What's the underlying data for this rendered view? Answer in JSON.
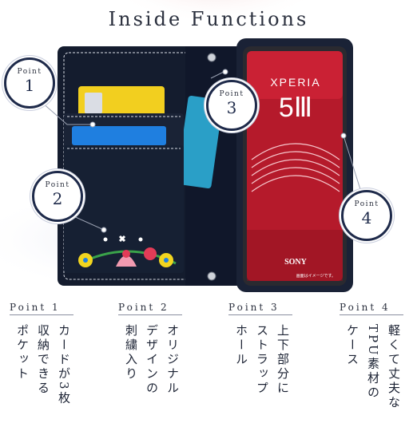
{
  "title": "Inside Functions",
  "colors": {
    "navy": "#1e2a4a",
    "case": "#141c2e",
    "accent_red": "#d8263a",
    "card_yellow": "#f2cf1f",
    "card_blue": "#1f7fe0"
  },
  "phone": {
    "brand_text": "XPERIA",
    "model_text": "5Ⅲ",
    "maker_text": "SONY",
    "note_text": "画面はイメージです。"
  },
  "markers": [
    {
      "word": "Point",
      "number": "1"
    },
    {
      "word": "Point",
      "number": "2"
    },
    {
      "word": "Point",
      "number": "3"
    },
    {
      "word": "Point",
      "number": "4"
    }
  ],
  "points": [
    {
      "label": "Point 1",
      "lines": [
        "カードが3枚",
        "収納できる",
        "ポケット"
      ]
    },
    {
      "label": "Point 2",
      "lines": [
        "オリジナル",
        "デザインの",
        "刺繍入り"
      ]
    },
    {
      "label": "Point 3",
      "lines": [
        "上下部分に",
        "ストラップ",
        "ホール"
      ]
    },
    {
      "label": "Point 4",
      "lines": [
        "軽くて丈夫な",
        "TPU素材の",
        "ケース"
      ]
    }
  ]
}
